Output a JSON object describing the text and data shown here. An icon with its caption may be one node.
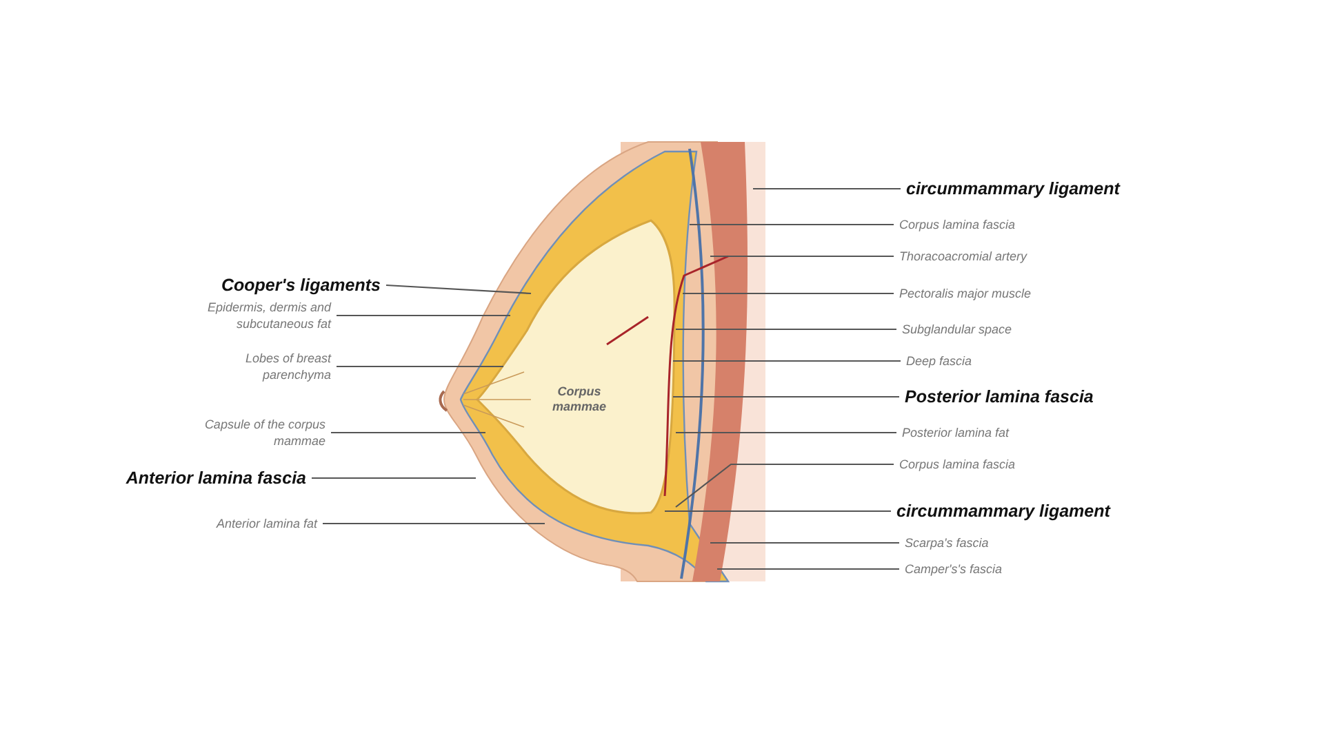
{
  "diagram": {
    "nodes": [
      {
        "text": [
          "Cooper's ligaments"
        ]
      },
      {
        "text": [
          "Epidermis, dermis and subcutaneous fat"
        ]
      },
      {
        "text": [
          "Lobes of breast parenchyma"
        ]
      },
      {
        "text": [
          "Capsule of the corpus mammae"
        ]
      },
      {
        "text": [
          "Anterior lamina fascia"
        ]
      },
      {
        "text": [
          "Anterior lamina fat"
        ]
      },
      {
        "text": [
          "circummammary ligament"
        ]
      },
      {
        "text": [
          "Corpus lamina fascia"
        ]
      },
      {
        "text": [
          "Thoracoacromial artery"
        ]
      },
      {
        "text": [
          "Pectoralis major muscle"
        ]
      },
      {
        "text": [
          "Subglandular space"
        ]
      },
      {
        "text": [
          "Deep fascia"
        ]
      },
      {
        "text": [
          "Posterior lamina fascia"
        ]
      },
      {
        "text": [
          "Posterior lamina fat"
        ]
      },
      {
        "text": [
          "Corpus lamina fascia"
        ]
      },
      {
        "text": [
          "circummammary ligament"
        ]
      },
      {
        "text": [
          "Scarpa's fascia"
        ]
      },
      {
        "text": [
          "Camper's's fascia"
        ]
      }
    ],
    "edges": [
      {
        "from": 0,
        "to": null,
        "arrow": "none"
      },
      {
        "from": 1,
        "to": null,
        "arrow": "none"
      },
      {
        "from": 2,
        "to": null,
        "arrow": "none"
      },
      {
        "from": 3,
        "to": null,
        "arrow": "none"
      },
      {
        "from": 4,
        "to": null,
        "arrow": "none"
      },
      {
        "from": 5,
        "to": null,
        "arrow": "none"
      },
      {
        "from": 6,
        "to": null,
        "arrow": "none"
      },
      {
        "from": 7,
        "to": null,
        "arrow": "none"
      },
      {
        "from": 8,
        "to": null,
        "arrow": "none"
      },
      {
        "from": 9,
        "to": null,
        "arrow": "none"
      },
      {
        "from": 10,
        "to": null,
        "arrow": "none"
      },
      {
        "from": 11,
        "to": null,
        "arrow": "none"
      },
      {
        "from": 12,
        "to": null,
        "arrow": "none"
      },
      {
        "from": 13,
        "to": null,
        "arrow": "none"
      },
      {
        "from": 14,
        "to": null,
        "arrow": "none"
      },
      {
        "from": 15,
        "to": null,
        "arrow": "none"
      },
      {
        "from": 16,
        "to": null,
        "arrow": "none"
      },
      {
        "from": 17,
        "to": null,
        "arrow": "none"
      }
    ],
    "labels": [
      "Corpus mammae"
    ]
  }
}
